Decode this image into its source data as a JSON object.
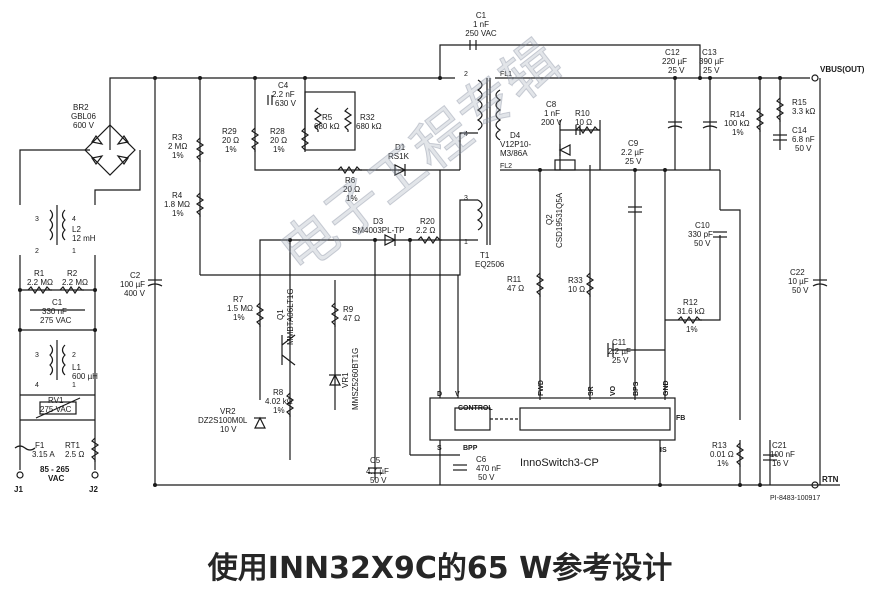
{
  "figure_id": "PI-8483-100917",
  "caption": "使用INN32X9C的65 W参考设计",
  "watermark": "电子工程专辑",
  "ic_label": "InnoSwitch3-CP",
  "control_label": "CONTROL",
  "output": {
    "vbus": "VBUS(OUT)",
    "rtn": "RTN"
  },
  "input": {
    "range": "85 - 265",
    "unit": "VAC",
    "j1": "J1",
    "j2": "J2"
  },
  "pins": {
    "D": "D",
    "V": "V",
    "FWD": "FWD",
    "SR": "SR",
    "VO": "VO",
    "BPS": "BPS",
    "GND": "GND",
    "FB": "FB",
    "IS": "IS",
    "S": "S",
    "BPP": "BPP"
  },
  "transformer": {
    "name": "T1",
    "core": "EQ2506",
    "fl1": "FL1",
    "fl2": "FL2",
    "p1": "1",
    "p2": "2",
    "p3": "3",
    "p4": "4"
  },
  "parts": {
    "C1top": [
      "C1",
      "1 nF",
      "250 VAC"
    ],
    "C12": [
      "C12",
      "220 µF",
      "25 V"
    ],
    "C13": [
      "C13",
      "390 µF",
      "25 V"
    ],
    "R15": [
      "R15",
      "3.3 kΩ"
    ],
    "C14": [
      "C14",
      "6.8 nF",
      "50 V"
    ],
    "R14": [
      "R14",
      "100 kΩ",
      "1%"
    ],
    "BR2": [
      "BR2",
      "GBL06",
      "600 V"
    ],
    "C4": [
      "C4",
      "2.2 nF",
      "630 V"
    ],
    "R5": [
      "R5",
      "680 kΩ"
    ],
    "R32": [
      "R32",
      "680 kΩ"
    ],
    "R3": [
      "R3",
      "2 MΩ",
      "1%"
    ],
    "R29": [
      "R29",
      "20 Ω",
      "1%"
    ],
    "R28": [
      "R28",
      "20 Ω",
      "1%"
    ],
    "D1": [
      "D1",
      "RS1K"
    ],
    "R6": [
      "R6",
      "20 Ω",
      "1%"
    ],
    "C8": [
      "C8",
      "1 nF",
      "200 V"
    ],
    "R10": [
      "R10",
      "10 Ω"
    ],
    "D4": [
      "D4",
      "V12P10-",
      "M3/86A"
    ],
    "C9": [
      "C9",
      "2.2 µF",
      "25 V"
    ],
    "Q2": [
      "Q2",
      "CSD19531Q5A"
    ],
    "R4": [
      "R4",
      "1.8 MΩ",
      "1%"
    ],
    "D3": [
      "D3",
      "SM4003PL-TP"
    ],
    "R20": [
      "R20",
      "2.2 Ω"
    ],
    "L2": [
      "L2",
      "12 mH"
    ],
    "R1": [
      "R1",
      "2.2 MΩ"
    ],
    "R2": [
      "R2",
      "2.2 MΩ"
    ],
    "C1in": [
      "C1",
      "330 nF",
      "275 VAC"
    ],
    "C2": [
      "C2",
      "100 µF",
      "400 V"
    ],
    "R11": [
      "R11",
      "47 Ω"
    ],
    "R33": [
      "R33",
      "10 Ω"
    ],
    "C10": [
      "C10",
      "330 pF",
      "50 V"
    ],
    "C22": [
      "C22",
      "10 µF",
      "50 V"
    ],
    "R7": [
      "R7",
      "1.5 MΩ",
      "1%"
    ],
    "Q1": [
      "Q1",
      "MMBTA06LT1G"
    ],
    "R9": [
      "R9",
      "47 Ω"
    ],
    "R12": [
      "R12",
      "31.6 kΩ",
      "1%"
    ],
    "L1": [
      "L1",
      "600 µH"
    ],
    "VR1": [
      "VR1",
      "MMSZ5260BT1G"
    ],
    "C11": [
      "C11",
      "2.2 µF",
      "25 V"
    ],
    "RV1": [
      "RV1",
      "275 VAC"
    ],
    "R8": [
      "R8",
      "4.02 kΩ",
      "1%"
    ],
    "VR2": [
      "VR2",
      "DZ2S100M0L",
      "10 V"
    ],
    "C5": [
      "C5",
      "4.7 µF",
      "50 V"
    ],
    "C6": [
      "C6",
      "470 nF",
      "50 V"
    ],
    "R13": [
      "R13",
      "0.01 Ω",
      "1%"
    ],
    "C21": [
      "C21",
      "100 nF",
      "16 V"
    ],
    "F1": [
      "F1",
      "3.15 A"
    ],
    "RT1": [
      "RT1",
      "2.5 Ω"
    ]
  }
}
